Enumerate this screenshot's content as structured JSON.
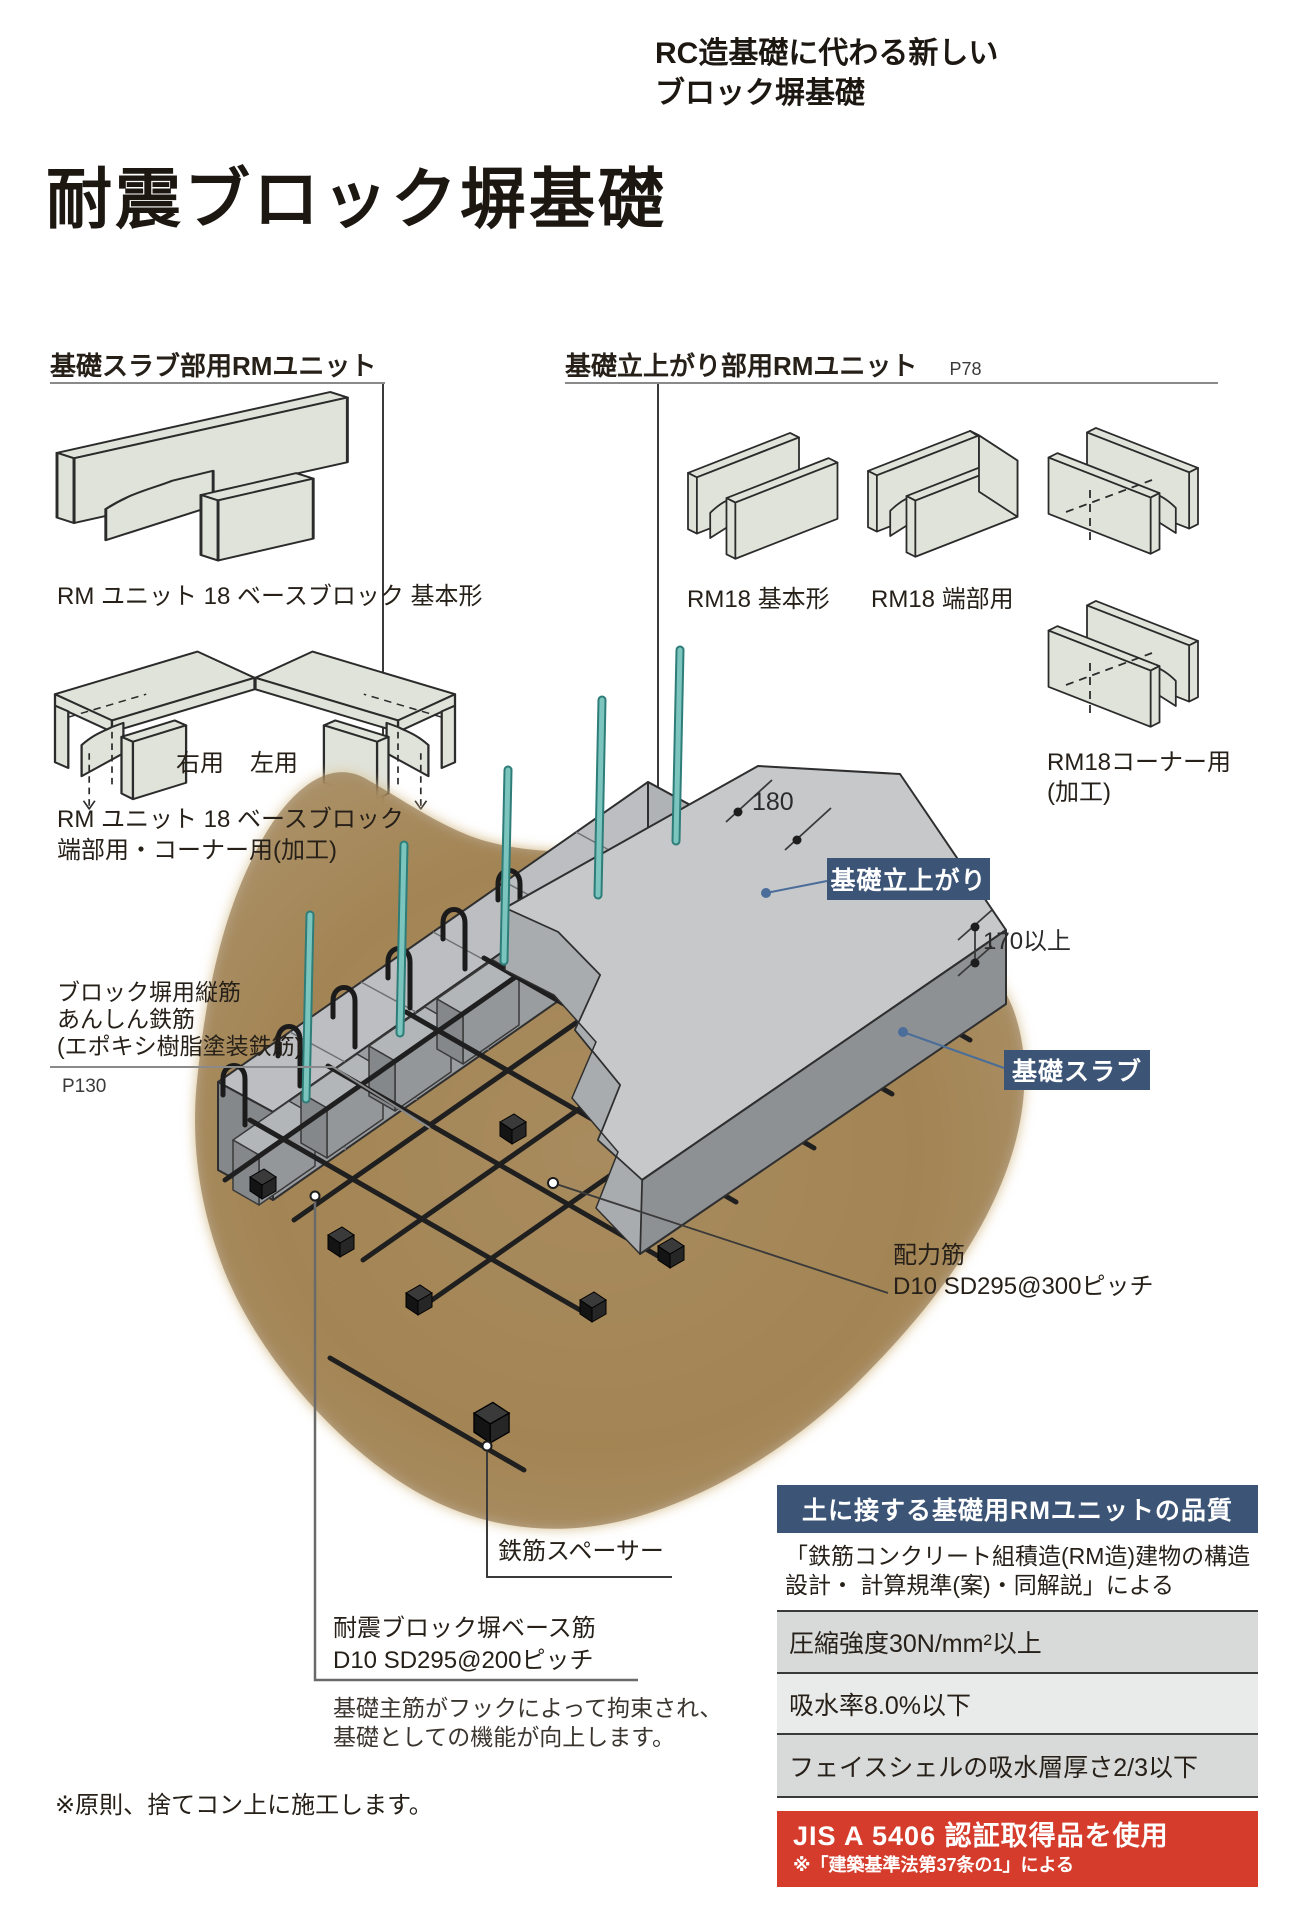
{
  "page": {
    "tagline_line1": "RC造基礎に代わる新しい",
    "tagline_line2": "ブロック塀基礎",
    "title": "耐震ブロック塀基礎",
    "note": "※原則、捨てコン上に施工します。"
  },
  "left_section": {
    "header": "基礎スラブ部用RMユニット",
    "block_basic_label": "RM ユニット 18 ベースブロック 基本形",
    "right_use_label": "右用",
    "left_use_label": "左用",
    "block_end_label_line1": "RM ユニット 18 ベースブロック",
    "block_end_label_line2": "端部用・コーナー用(加工)"
  },
  "right_section": {
    "header": "基礎立上がり部用RMユニット",
    "page_ref": "P78",
    "block_basic_label": "RM18 基本形",
    "block_end_label": "RM18 端部用",
    "block_corner_label_line1": "RM18コーナー用",
    "block_corner_label_line2": "(加工)"
  },
  "diagram": {
    "dim_wall_width": "180",
    "dim_slab_height": "170以上",
    "badge_rise_wall": "基礎立上がり",
    "badge_slab": "基礎スラブ",
    "vertical_bar_label_line1": "ブロック塀用縦筋",
    "vertical_bar_label_line2": "あんしん鉄筋",
    "vertical_bar_label_line3": "(エポキシ樹脂塗装鉄筋)",
    "vertical_bar_page_ref": "P130",
    "distribution_bar_label_line1": "配力筋",
    "distribution_bar_label_line2": "D10 SD295@300ピッチ",
    "spacer_label": "鉄筋スペーサー",
    "base_bar_label_line1": "耐震ブロック塀ベース筋",
    "base_bar_label_line2": "D10 SD295@200ピッチ",
    "base_bar_description_line1": "基礎主筋がフックによって拘束され、",
    "base_bar_description_line2": "基礎としての機能が向上します。"
  },
  "quality_table": {
    "title": "土に接する基礎用RMユニットの品質",
    "source_line1": "「鉄筋コンクリート組積造(RM造)建物の構造",
    "source_line2": "設計・ 計算規準(案)・同解説」による",
    "rows": [
      "圧縮強度30N/mm²以上",
      "吸水率8.0%以下",
      "フェイスシェルの吸水層厚さ2/3以下"
    ],
    "certification_line1": "JIS A 5406 認証取得品を使用",
    "certification_line2": "※「建築基準法第37条の1」による"
  },
  "colors": {
    "accent_blue": "#3c5577",
    "accent_red": "#d63c2b",
    "sand": "#cfae74",
    "block_fill": "#e0e3da",
    "concrete_gray": "#b9bbbe",
    "rebar_teal": "#7cc5bf"
  }
}
